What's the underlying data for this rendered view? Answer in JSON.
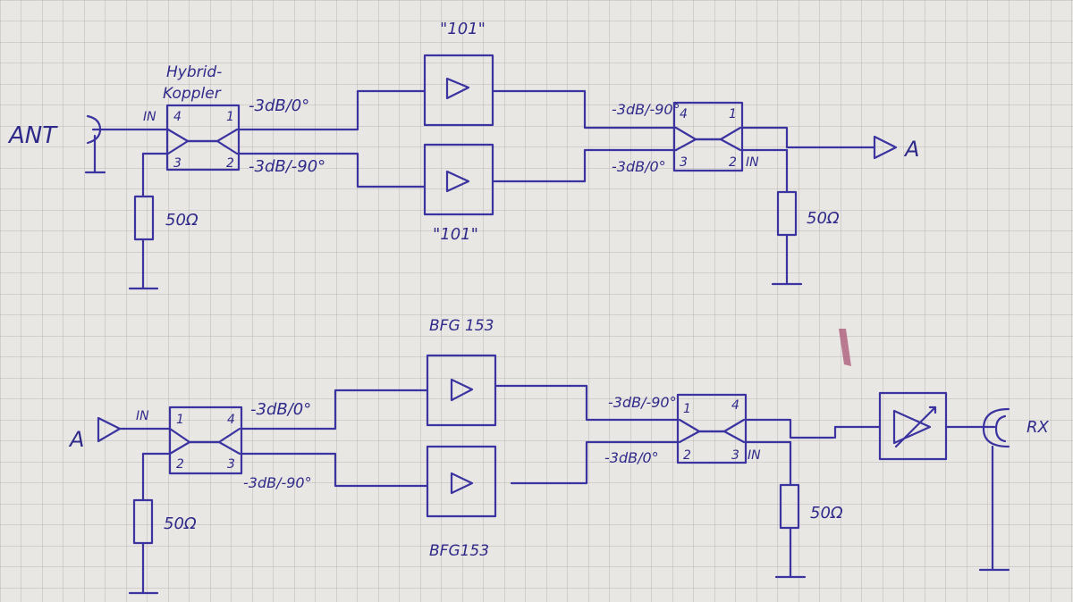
{
  "top": {
    "antenna_label": "ANT",
    "amp_top_label": "\"101\"",
    "amp_bottom_label": "\"101\"",
    "hybrid_label_line1": "Hybrid-",
    "hybrid_label_line2": "Koppler",
    "in_label_left": "IN",
    "coupler1_port4": "4",
    "coupler1_port1": "1",
    "coupler1_port3": "3",
    "coupler1_port2": "2",
    "coupler1_out1": "-3dB/0°",
    "coupler1_out2": "-3dB/-90°",
    "term1": "50Ω",
    "coupler2_in1": "-3dB/-90°",
    "coupler2_in2": "-3dB/0°",
    "coupler2_port4": "4",
    "coupler2_port1": "1",
    "coupler2_port3": "3",
    "coupler2_port2": "2",
    "in_label_right": "IN",
    "term2": "50Ω",
    "output_label": "A"
  },
  "bottom": {
    "input_label": "A",
    "in_label_left": "IN",
    "amp_top_label": "BFG 153",
    "amp_bottom_label": "BFG153",
    "coupler1_port1": "1",
    "coupler1_port4": "4",
    "coupler1_port2": "2",
    "coupler1_port3": "3",
    "coupler1_out1": "-3dB/0°",
    "coupler1_out2": "-3dB/-90°",
    "term1": "50Ω",
    "coupler2_in1": "-3dB/-90°",
    "coupler2_in2": "-3dB/0°",
    "coupler2_port1": "1",
    "coupler2_port4": "4",
    "coupler2_port2": "2",
    "coupler2_port3": "3",
    "in_label_right": "IN",
    "term2": "50Ω",
    "rx_label": "RX"
  }
}
